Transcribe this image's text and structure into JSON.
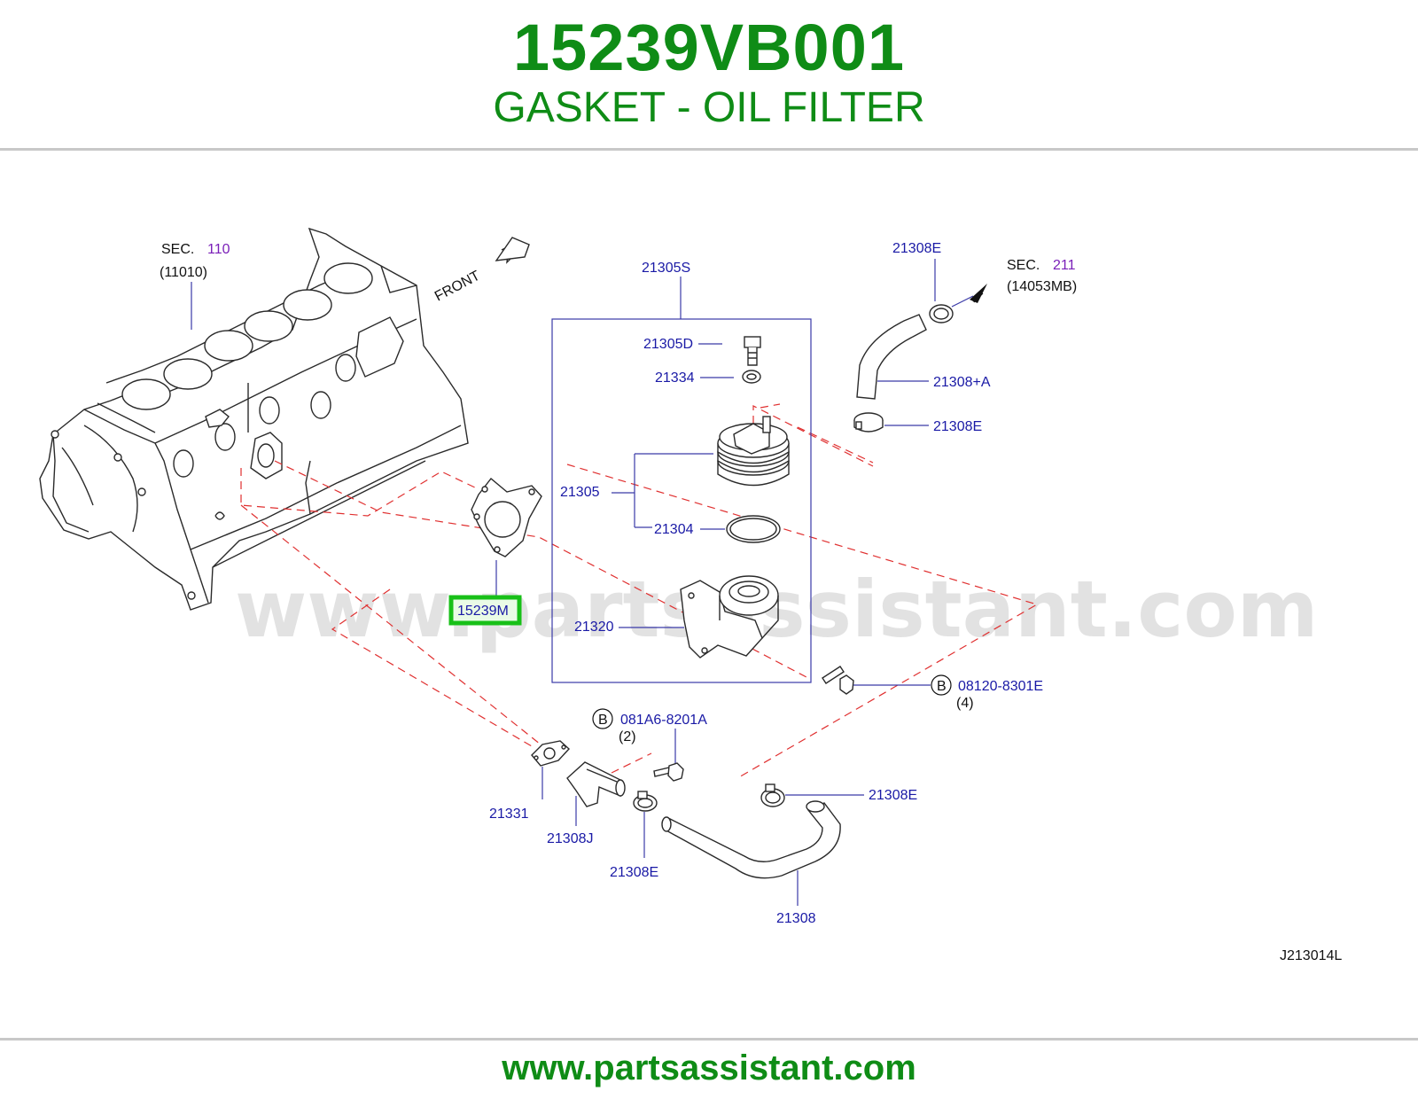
{
  "header": {
    "part_number": "15239VB001",
    "part_name": "GASKET - OIL FILTER"
  },
  "diagram": {
    "labels": {
      "sec_110_prefix": "SEC.",
      "sec_110_number": "110",
      "sec_110_ref": "(11010)",
      "front": "FRONT",
      "l_21305S": "21305S",
      "l_21305D": "21305D",
      "l_21334": "21334",
      "l_21305": "21305",
      "l_21304": "21304",
      "l_21320": "21320",
      "l_15239M": "15239M",
      "l_21308E_top": "21308E",
      "sec_211_prefix": "SEC.",
      "sec_211_number": "211",
      "sec_211_ref": "(14053MB)",
      "l_21308A": "21308+A",
      "l_21308E_mid": "21308E",
      "bolt_b": "B",
      "l_08120": "08120-8301E",
      "l_08120_qty": "(4)",
      "l_081A6": "081A6-8201A",
      "l_081A6_qty": "(2)",
      "l_21331": "21331",
      "l_21308J": "21308J",
      "l_21308E_bot": "21308E",
      "l_21308E_right": "21308E",
      "l_21308": "21308",
      "diagram_code": "J213014L"
    },
    "watermark": "www.partsassistant.com",
    "highlight_color": "#18c018"
  },
  "footer": {
    "url": "www.partsassistant.com"
  },
  "colors": {
    "brand_green": "#0f8c16",
    "label_blue": "#1a1aa6",
    "sec_purple": "#7a1fb8",
    "dash_red": "#e03030"
  }
}
